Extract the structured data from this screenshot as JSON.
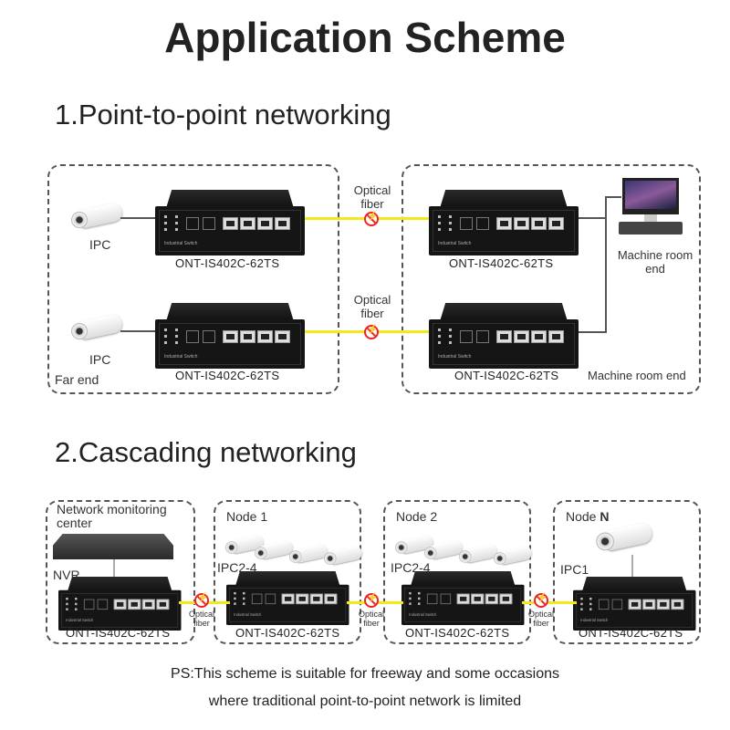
{
  "title": "Application Scheme",
  "section1": {
    "heading": "1.Point-to-point networking",
    "rows": [
      {
        "camera_label": "IPC",
        "far_switch_model": "ONT-IS402C-62TS",
        "fiber_label_line1": "Optical",
        "fiber_label_line2": "fiber",
        "near_switch_model": "ONT-IS402C-62TS"
      },
      {
        "camera_label": "IPC",
        "far_switch_model": "ONT-IS402C-62TS",
        "fiber_label_line1": "Optical",
        "fiber_label_line2": "fiber",
        "near_switch_model": "ONT-IS402C-62TS"
      }
    ],
    "far_end_label": "Far end",
    "machine_room_label_line1": "Machine room",
    "machine_room_label_line2": "end",
    "machine_room_end_label": "Machine room end",
    "switch_face_text": "Industrial Switch"
  },
  "section2": {
    "heading": "2.Cascading networking",
    "nodes": [
      {
        "title": "Network monitoring",
        "title2": "center",
        "device_label": "NVR",
        "switch_model": "ONT-IS402C-62TS"
      },
      {
        "title": "Node 1",
        "device_label": "IPC2-4",
        "switch_model": "ONT-IS402C-62TS"
      },
      {
        "title": "Node 2",
        "device_label": "IPC2-4",
        "switch_model": "ONT-IS402C-62TS"
      },
      {
        "title": "Node ",
        "title_bold": "N",
        "device_label": "IPC1",
        "switch_model": "ONT-IS402C-62TS"
      }
    ],
    "fiber_label_line1": "Optical",
    "fiber_label_line2": "fiber"
  },
  "footnote": {
    "line1": "PS:This scheme is suitable for freeway and some occasions",
    "line2": "where traditional point-to-point network is limited"
  },
  "colors": {
    "fiber": "#f5e71a",
    "no_symbol": "#e22222",
    "switch_body": "#151515"
  }
}
